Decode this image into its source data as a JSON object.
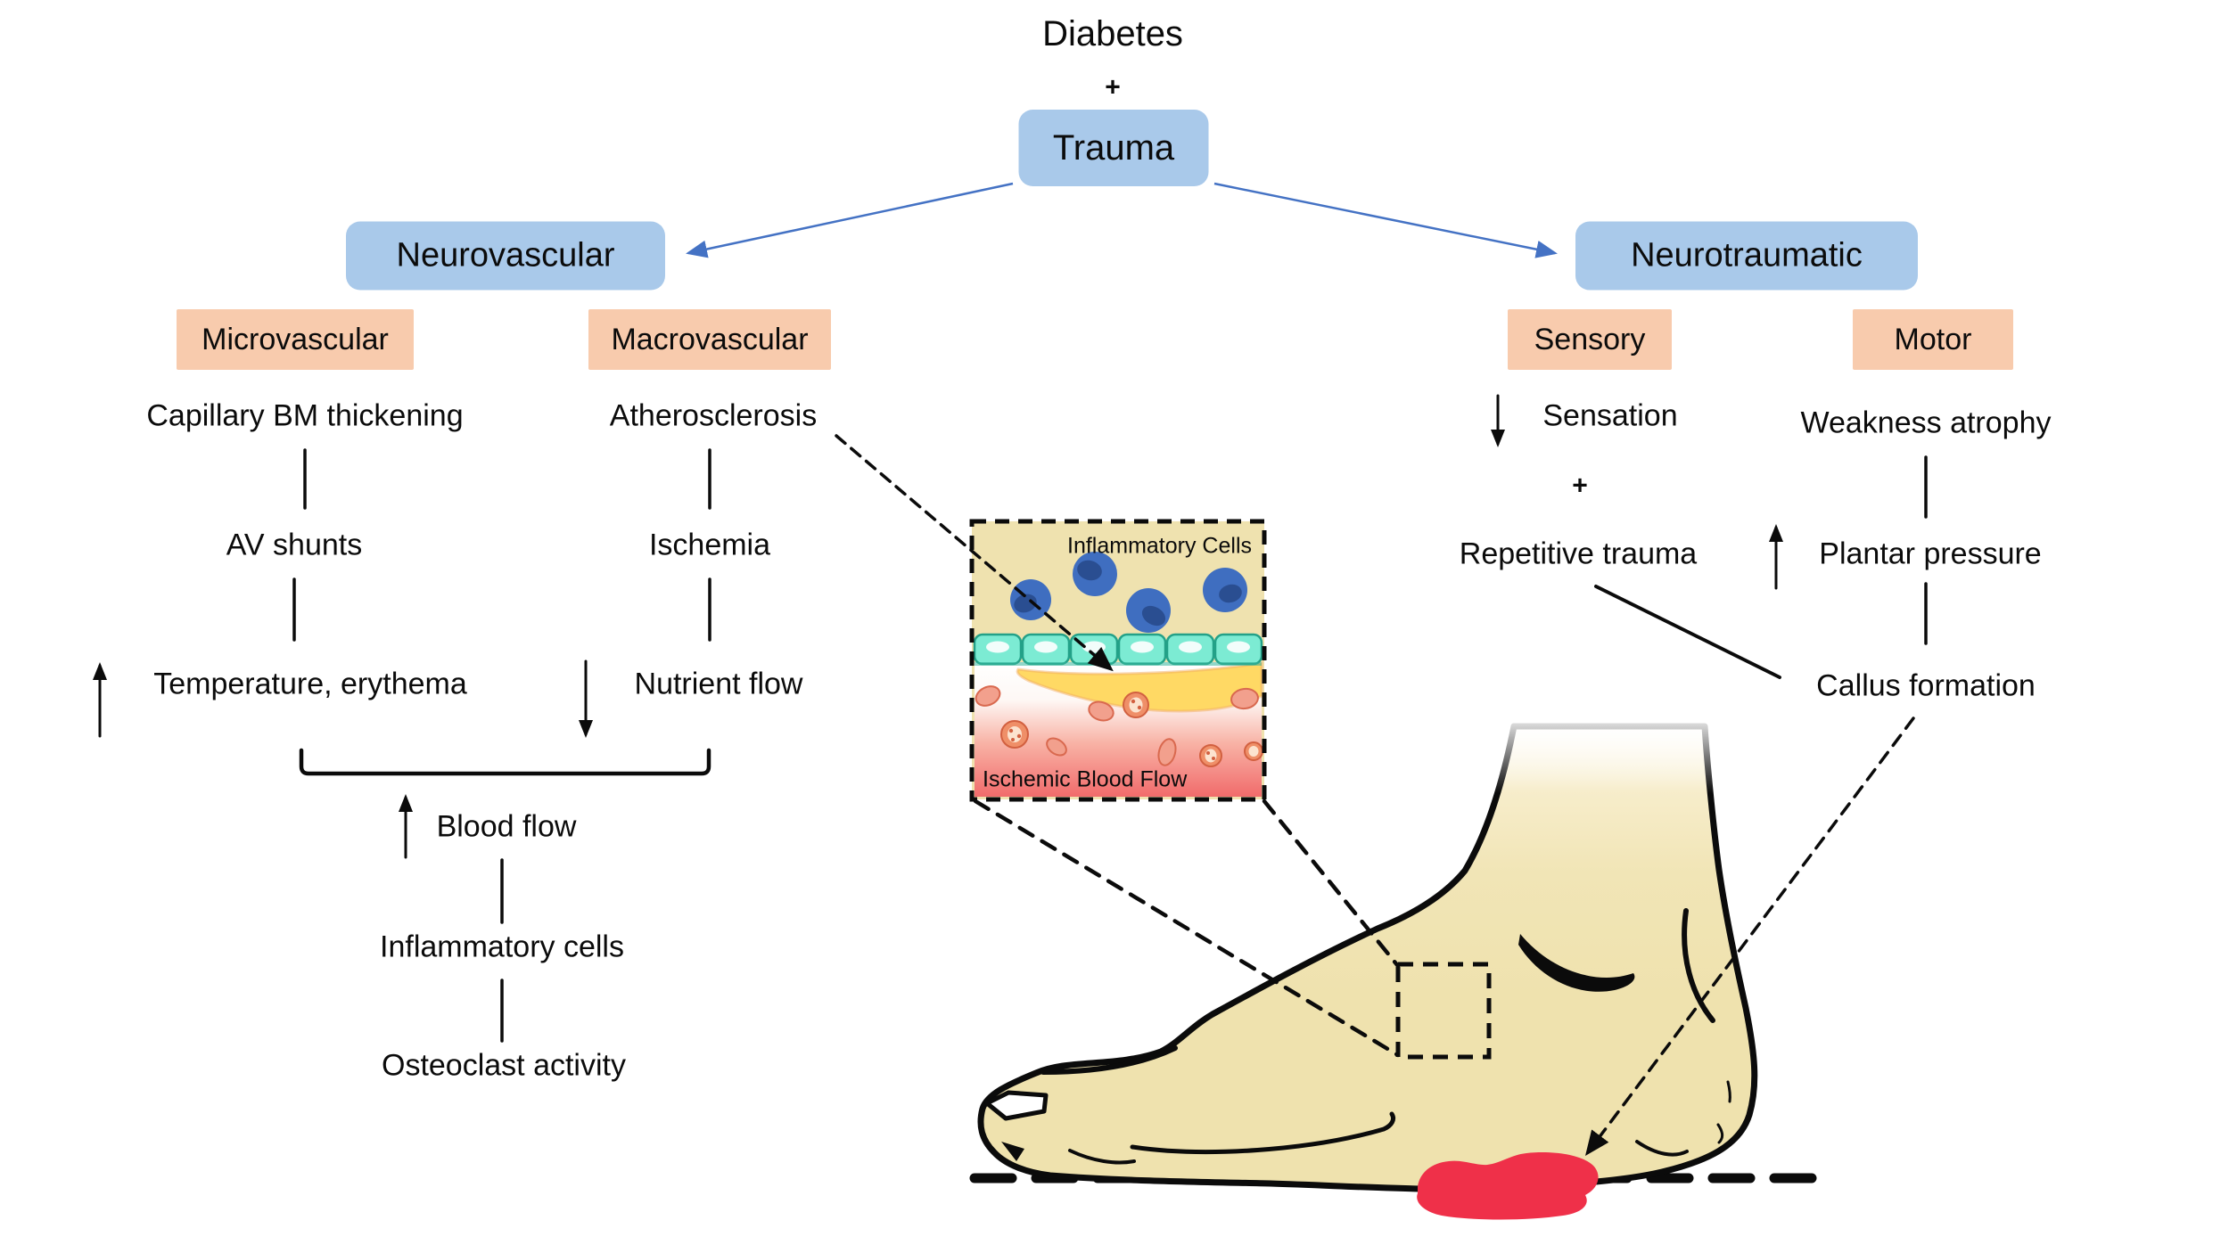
{
  "nodes": {
    "diabetes": "Diabetes",
    "plus_top": "+",
    "trauma": "Trauma",
    "neurovascular": "Neurovascular",
    "neurotraumatic": "Neurotraumatic",
    "microvascular": "Microvascular",
    "macrovascular": "Macrovascular",
    "sensory": "Sensory",
    "motor": "Motor",
    "capillary": "Capillary BM thickening",
    "atherosclerosis": "Atherosclerosis",
    "av_shunts": "AV shunts",
    "ischemia": "Ischemia",
    "temperature": "Temperature, erythema",
    "nutrient_flow": "Nutrient flow",
    "blood_flow": "Blood flow",
    "inflammatory_cells": "Inflammatory cells",
    "osteoclast_activity": "Osteoclast activity",
    "sensation": "Sensation",
    "plus_right": "+",
    "repetitive_trauma": "Repetitive trauma",
    "weakness_atrophy": "Weakness atrophy",
    "plantar_pressure": "Plantar pressure",
    "callus_formation": "Callus formation"
  },
  "inset": {
    "label_top": "Inflammatory Cells",
    "label_bottom": "Ischemic Blood Flow"
  },
  "edges": [
    {
      "from": "Diabetes + Trauma",
      "to": "Neurovascular",
      "style": "blue-arrow"
    },
    {
      "from": "Diabetes + Trauma",
      "to": "Neurotraumatic",
      "style": "blue-arrow"
    },
    {
      "from": "Capillary BM thickening",
      "to": "AV shunts",
      "style": "line"
    },
    {
      "from": "AV shunts",
      "to": "Temperature, erythema (increased)",
      "style": "line"
    },
    {
      "from": "Atherosclerosis",
      "to": "Ischemia",
      "style": "line"
    },
    {
      "from": "Ischemia",
      "to": "Nutrient flow (decreased)",
      "style": "line"
    },
    {
      "from": "Temperature, erythema + Nutrient flow",
      "to": "Blood flow (increased)",
      "style": "bracket"
    },
    {
      "from": "Blood flow",
      "to": "Inflammatory cells",
      "style": "line"
    },
    {
      "from": "Inflammatory cells",
      "to": "Osteoclast activity",
      "style": "line"
    },
    {
      "from": "Sensation (decreased) + Repetitive trauma",
      "to": "Callus formation",
      "style": "solid-diagonal"
    },
    {
      "from": "Weakness atrophy",
      "to": "Plantar pressure (increased)",
      "style": "line"
    },
    {
      "from": "Plantar pressure",
      "to": "Callus formation",
      "style": "line"
    },
    {
      "from": "Atherosclerosis",
      "to": "histology inset",
      "style": "dashed-arrow"
    },
    {
      "from": "histology inset",
      "to": "foot magnified square",
      "style": "dashed-callout"
    },
    {
      "from": "Callus formation",
      "to": "plantar ulcer",
      "style": "dashed-arrow"
    }
  ],
  "colors": {
    "blue-box": "#A9C9EA",
    "peach-box": "#F8CBAD",
    "arrow-blue": "#4472C4",
    "ink": "#0b0b0b",
    "inset-bg": "#EFE2AF",
    "cell-blue": "#3F6EC0",
    "cell-blue-dark": "#2A4E91",
    "epithelium": "#7CEBD3",
    "epithelium-edge": "#23A188",
    "exudate": "#FFD964",
    "ischemia-red": "#F16B6B",
    "rbc": "#F2A08D",
    "rbc-edge": "#D9694F",
    "foot-fill": "#EFE2AE",
    "ulcer-red": "#EF3049"
  }
}
